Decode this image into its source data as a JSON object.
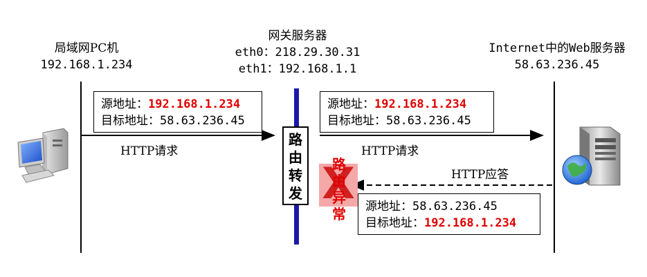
{
  "left_host": {
    "name": "局域网PC机",
    "ip": "192.168.1.234"
  },
  "gateway": {
    "name": "网关服务器",
    "eth0": "eth0：218.29.30.31",
    "eth1": "eth1：192.168.1.1"
  },
  "right_host": {
    "name": "Internet中的Web服务器",
    "ip": "58.63.236.45"
  },
  "box_left": {
    "src_label": "源地址：",
    "src_value": "192.168.1.234",
    "dst_label": "目标地址：",
    "dst_value": "58.63.236.45"
  },
  "box_right_top": {
    "src_label": "源地址：",
    "src_value": "192.168.1.234",
    "dst_label": "目标地址：",
    "dst_value": "58.63.236.45"
  },
  "box_response": {
    "src_label": "源地址：",
    "src_value": "58.63.236.45",
    "dst_label": "目标地址：",
    "dst_value": "192.168.1.234"
  },
  "router_box": [
    "路",
    "由",
    "转",
    "发"
  ],
  "route_error": {
    "x_mark": "X",
    "chars": [
      "路",
      "由",
      "异",
      "常"
    ]
  },
  "arrows": {
    "request_left": "HTTP请求",
    "request_right": "HTTP请求",
    "response": "HTTP应答"
  },
  "colors": {
    "highlight": "#e00000",
    "gateway_bar": "#1a1aa8",
    "error_bg": "#f5a8a8"
  },
  "icons": {
    "left": "desktop-pc-icon",
    "right": "web-server-globe-icon"
  }
}
